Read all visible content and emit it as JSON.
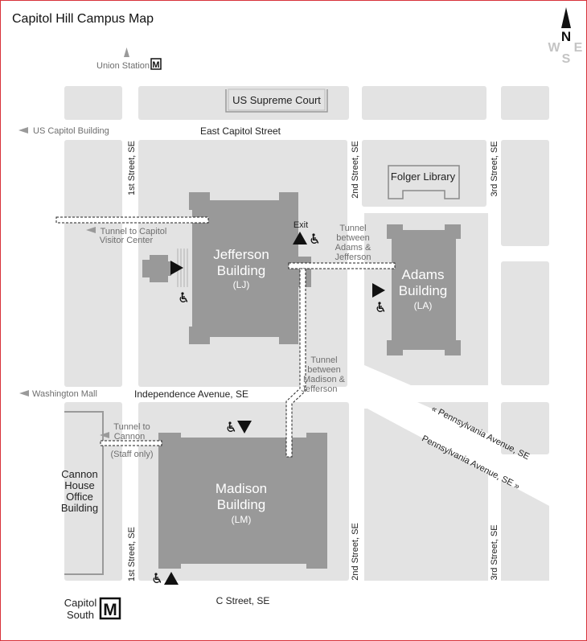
{
  "map": {
    "title": "Capitol Hill Campus Map",
    "compass": {
      "north": "N",
      "west": "W",
      "east": "E",
      "south": "S"
    },
    "colors": {
      "block": "#e3e3e3",
      "building": "#999999",
      "text": "#222222",
      "muted": "#6e6e6e",
      "frame": "#d8323a"
    },
    "landmarks": {
      "union_station": "Union Station",
      "us_capitol": "US Capitol Building",
      "washington_mall": "Washington Mall",
      "supreme_court": "US Supreme Court",
      "folger": "Folger Library",
      "cannon": [
        "Cannon",
        "House",
        "Office",
        "Building"
      ],
      "capitol_south": [
        "Capitol",
        "South"
      ],
      "metro_symbol": "M"
    },
    "streets": {
      "east_capitol": "East Capitol Street",
      "independence": "Independence Avenue, SE",
      "c_street": "C Street, SE",
      "first_se": "1st Street, SE",
      "second_se": "2nd Street, SE",
      "third_se": "3rd Street, SE",
      "penn_north": "« Pennsylvania Avenue, SE",
      "penn_south": "Pennsylvania Avenue, SE »"
    },
    "buildings": {
      "jefferson": {
        "lines": [
          "Jefferson",
          "Building"
        ],
        "code": "(LJ)"
      },
      "adams": {
        "lines": [
          "Adams",
          "Building"
        ],
        "code": "(LA)"
      },
      "madison": {
        "lines": [
          "Madison",
          "Building"
        ],
        "code": "(LM)"
      }
    },
    "tunnels": {
      "capitol_visitor": [
        "Tunnel to Capitol",
        "Visitor Center"
      ],
      "adams_jefferson": [
        "Tunnel",
        "between",
        "Adams &",
        "Jefferson"
      ],
      "madison_jefferson": [
        "Tunnel",
        "between",
        "Madison &",
        "Jefferson"
      ],
      "cannon": [
        "Tunnel to",
        "Cannon",
        "(Staff only)"
      ]
    },
    "labels": {
      "exit": "Exit"
    },
    "icons": {
      "entrance": "triangle-entrance-icon",
      "accessible": "wheelchair-icon",
      "metro": "metro-icon",
      "direction": "direction-arrow-icon",
      "north_arrow": "north-arrow-icon"
    }
  }
}
